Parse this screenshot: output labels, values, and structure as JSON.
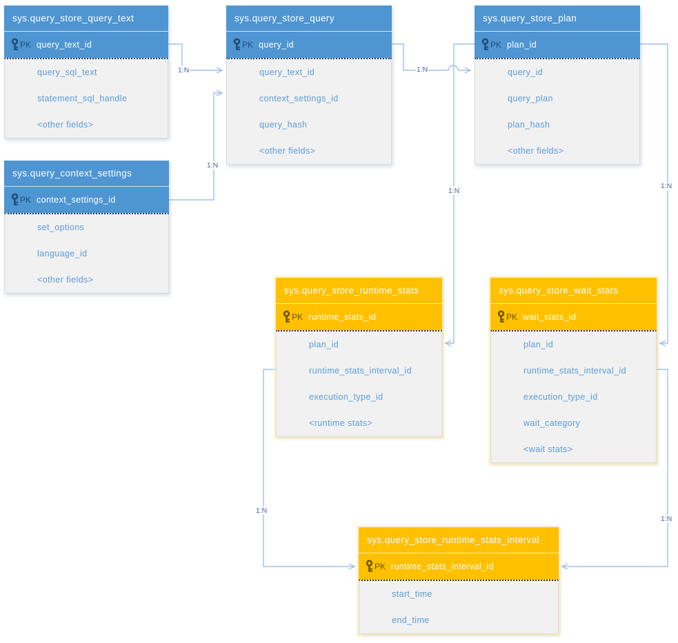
{
  "ui": {
    "pk_label": "PK"
  },
  "colors": {
    "blue_header": "#4E95D2",
    "blue_dark": "#1F4E79",
    "orange_header": "#FFC000",
    "orange_dark": "#6E5500",
    "body_background": "#F1F1F2",
    "field_text": "#5B9BD5",
    "relationship_line": "#9DC3E6",
    "relationship_label_text": "#44679B"
  },
  "tables": [
    {
      "title": "sys.query_store_query_text",
      "theme": "blue",
      "pk": "query_text_id",
      "fields": [
        "query_sql_text",
        "statement_sql_handle",
        "<other fields>"
      ]
    },
    {
      "title": "sys.query_store_query",
      "theme": "blue",
      "pk": "query_id",
      "fields": [
        "query_text_id",
        "context_settings_id",
        "query_hash",
        "<other fields>"
      ]
    },
    {
      "title": "sys.query_store_plan",
      "theme": "blue",
      "pk": "plan_id",
      "fields": [
        "query_id",
        "query_plan",
        "plan_hash",
        "<other fields>"
      ]
    },
    {
      "title": "sys.query_context_settings",
      "theme": "blue",
      "pk": "context_settings_id",
      "fields": [
        "set_options",
        "language_id",
        "<other fields>"
      ]
    },
    {
      "title": "sys.query_store_runtime_stats",
      "theme": "orange",
      "pk": "runtime_stats_id",
      "fields": [
        "plan_id",
        "runtime_stats_interval_id",
        "execution_type_id",
        "<runtime stats>"
      ]
    },
    {
      "title": "sys.query_store_wait_stats",
      "theme": "orange",
      "pk": "wait_stats_id",
      "fields": [
        "plan_id",
        "runtime_stats_interval_id",
        "execution_type_id",
        "wait_category",
        "<wait stats>"
      ]
    },
    {
      "title": "sys.query_store_runtime_stats_interval",
      "theme": "orange",
      "pk": "runtime_stats_interval_id",
      "fields": [
        "start_time",
        "end_time"
      ]
    }
  ],
  "relationships": [
    {
      "label": "1:N",
      "from": "sys.query_store_query_text.query_text_id",
      "to": "sys.query_store_query.query_text_id"
    },
    {
      "label": "1:N",
      "from": "sys.query_context_settings.context_settings_id",
      "to": "sys.query_store_query.context_settings_id"
    },
    {
      "label": "1:N",
      "from": "sys.query_store_query.query_id",
      "to": "sys.query_store_plan.query_id"
    },
    {
      "label": "1:N",
      "from": "sys.query_store_plan.plan_id",
      "to": "sys.query_store_runtime_stats.plan_id"
    },
    {
      "label": "1:N",
      "from": "sys.query_store_plan.plan_id",
      "to": "sys.query_store_wait_stats.plan_id"
    },
    {
      "label": "1:N",
      "from": "sys.query_store_runtime_stats.runtime_stats_interval_id",
      "to": "sys.query_store_runtime_stats_interval.runtime_stats_interval_id"
    },
    {
      "label": "1:N",
      "from": "sys.query_store_wait_stats.runtime_stats_interval_id",
      "to": "sys.query_store_runtime_stats_interval.runtime_stats_interval_id"
    }
  ]
}
